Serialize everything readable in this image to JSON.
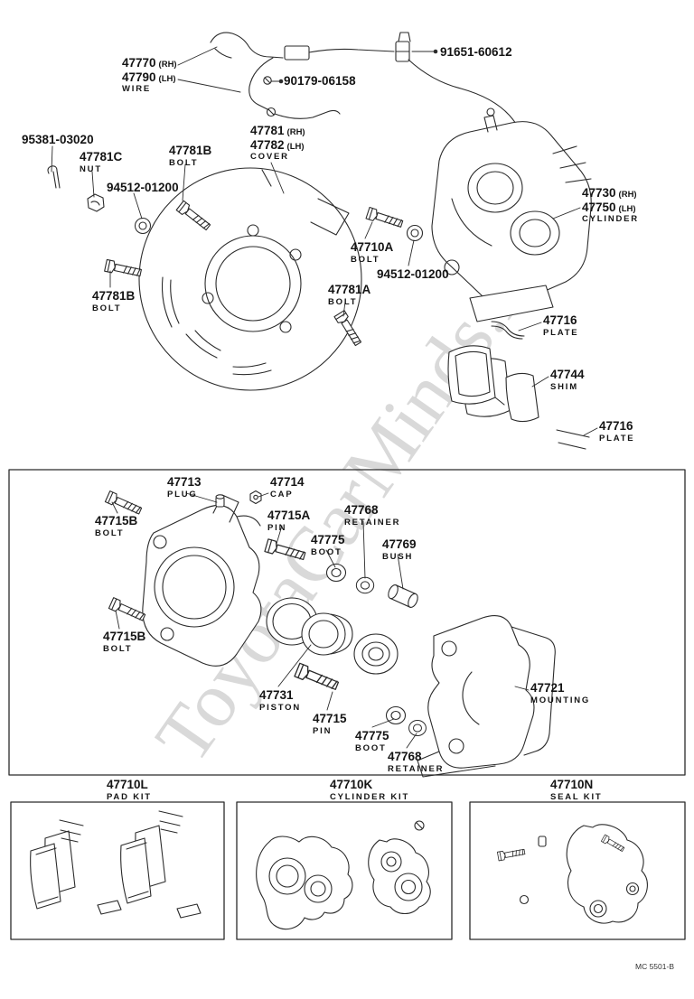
{
  "watermark": "ToyotaCarMinds.ru",
  "plate_code": "MC 5501-B",
  "callouts": {
    "wire": {
      "num1": "47770",
      "sfx1": "(RH)",
      "num2": "47790",
      "sfx2": "(LH)",
      "desc": "WIRE"
    },
    "sensor_bolt": {
      "num1": "91651-60612"
    },
    "clamp": {
      "num1": "90179-06158"
    },
    "cover": {
      "num1": "47781",
      "sfx1": "(RH)",
      "num2": "47782",
      "sfx2": "(LH)",
      "desc": "COVER"
    },
    "pin_95381": {
      "num1": "95381-03020"
    },
    "nut_47781c": {
      "num1": "47781C",
      "desc": "NUT"
    },
    "bolt_47781b_top": {
      "num1": "47781B",
      "desc": "BOLT"
    },
    "washer_94512_left": {
      "num1": "94512-01200"
    },
    "bolt_47710a": {
      "num1": "47710A",
      "desc": "BOLT"
    },
    "washer_94512_mid": {
      "num1": "94512-01200"
    },
    "cylinder": {
      "num1": "47730",
      "sfx1": "(RH)",
      "num2": "47750",
      "sfx2": "(LH)",
      "desc": "CYLINDER"
    },
    "bolt_47781a": {
      "num1": "47781A",
      "desc": "BOLT"
    },
    "bolt_47781b_left": {
      "num1": "47781B",
      "desc": "BOLT"
    },
    "plate_47716_top": {
      "num1": "47716",
      "desc": "PLATE"
    },
    "shim_47744": {
      "num1": "47744",
      "desc": "SHIM"
    },
    "plate_47716_bottom": {
      "num1": "47716",
      "desc": "PLATE"
    },
    "plug_47713": {
      "num1": "47713",
      "desc": "PLUG"
    },
    "cap_47714": {
      "num1": "47714",
      "desc": "CAP"
    },
    "bolt_47715b_upper": {
      "num1": "47715B",
      "desc": "BOLT"
    },
    "pin_47715a": {
      "num1": "47715A",
      "desc": "PIN"
    },
    "retainer_47768_upper": {
      "num1": "47768",
      "desc": "RETAINER"
    },
    "boot_47775_upper": {
      "num1": "47775",
      "desc": "BOOT"
    },
    "bush_47769": {
      "num1": "47769",
      "desc": "BUSH"
    },
    "bolt_47715b_lower": {
      "num1": "47715B",
      "desc": "BOLT"
    },
    "piston_47731": {
      "num1": "47731",
      "desc": "PISTON"
    },
    "pin_47715": {
      "num1": "47715",
      "desc": "PIN"
    },
    "boot_47775_lower": {
      "num1": "47775",
      "desc": "BOOT"
    },
    "retainer_47768_lower": {
      "num1": "47768",
      "desc": "RETAINER"
    },
    "mounting_47721": {
      "num1": "47721",
      "desc": "MOUNTING"
    },
    "pad_kit": {
      "num1": "47710L",
      "desc": "PAD KIT"
    },
    "cylinder_kit": {
      "num1": "47710K",
      "desc": "CYLINDER KIT"
    },
    "seal_kit": {
      "num1": "47710N",
      "desc": "SEAL KIT"
    }
  }
}
